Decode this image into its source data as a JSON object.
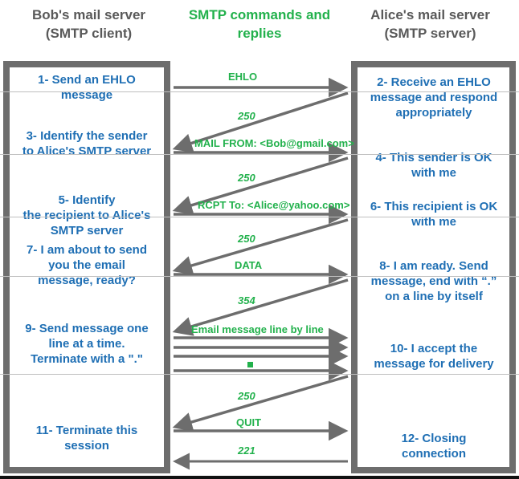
{
  "headers": {
    "left": {
      "line1": "Bob's mail server",
      "line2": "(SMTP client)"
    },
    "middle": {
      "line1": "SMTP commands and",
      "line2": "replies"
    },
    "right": {
      "line1": "Alice's mail server",
      "line2": "(SMTP server)"
    }
  },
  "colors": {
    "green": "#22B14C",
    "blue": "#1F6FB4",
    "gray_border": "#6D6D6D",
    "heading_gray": "#595959",
    "arrow": "#6D6D6D"
  },
  "client_steps": [
    {
      "id": "step-1",
      "lines": [
        "1- Send an EHLO",
        "message"
      ]
    },
    {
      "id": "step-3",
      "lines": [
        "3- Identify the sender",
        "to Alice's SMTP server"
      ]
    },
    {
      "id": "step-5",
      "lines": [
        "5- Identify",
        "the recipient to Alice's",
        "SMTP server"
      ]
    },
    {
      "id": "step-7",
      "lines": [
        "7- I am about to send",
        "you the email",
        "message, ready?"
      ]
    },
    {
      "id": "step-9",
      "lines": [
        "9- Send message one",
        "line at a time.",
        "Terminate with a \".\""
      ]
    },
    {
      "id": "step-11",
      "lines": [
        "11- Terminate this",
        "session"
      ]
    }
  ],
  "server_steps": [
    {
      "id": "step-2",
      "lines": [
        "2- Receive an EHLO",
        "message and respond",
        "appropriately"
      ]
    },
    {
      "id": "step-4",
      "lines": [
        "4- This sender is OK",
        "with me"
      ]
    },
    {
      "id": "step-6",
      "lines": [
        "6- This recipient is OK",
        "with me"
      ]
    },
    {
      "id": "step-8",
      "lines": [
        "8-  I am ready. Send",
        "message, end with “.”",
        "on a line by itself"
      ]
    },
    {
      "id": "step-10",
      "lines": [
        "10-  I accept the",
        "message for delivery"
      ]
    },
    {
      "id": "step-12",
      "lines": [
        "12-  Closing",
        "connection"
      ]
    }
  ],
  "messages": [
    {
      "id": "msg-ehlo",
      "label": "EHLO",
      "direction": "client-to-server",
      "style": "horizontal"
    },
    {
      "id": "msg-250-a",
      "label": "250",
      "direction": "server-to-client",
      "style": "diagonal"
    },
    {
      "id": "msg-mail-from",
      "label": "MAIL FROM: <Bob@gmail.com>",
      "direction": "client-to-server",
      "style": "horizontal"
    },
    {
      "id": "msg-250-b",
      "label": "250",
      "direction": "server-to-client",
      "style": "diagonal"
    },
    {
      "id": "msg-rcpt-to",
      "label": "RCPT To: <Alice@yahoo.com>",
      "direction": "client-to-server",
      "style": "horizontal"
    },
    {
      "id": "msg-250-c",
      "label": "250",
      "direction": "server-to-client",
      "style": "diagonal"
    },
    {
      "id": "msg-data",
      "label": "DATA",
      "direction": "client-to-server",
      "style": "horizontal"
    },
    {
      "id": "msg-354",
      "label": "354",
      "direction": "server-to-client",
      "style": "diagonal"
    },
    {
      "id": "msg-email-body",
      "label": "Email message line by line",
      "direction": "client-to-server",
      "style": "horizontal-multi",
      "line_count": 4
    },
    {
      "id": "msg-250-d",
      "label": "250",
      "direction": "server-to-client",
      "style": "diagonal"
    },
    {
      "id": "msg-quit",
      "label": "QUIT",
      "direction": "client-to-server",
      "style": "horizontal"
    },
    {
      "id": "msg-221",
      "label": "221",
      "direction": "server-to-client",
      "style": "horizontal"
    }
  ],
  "terminator_marker": "."
}
